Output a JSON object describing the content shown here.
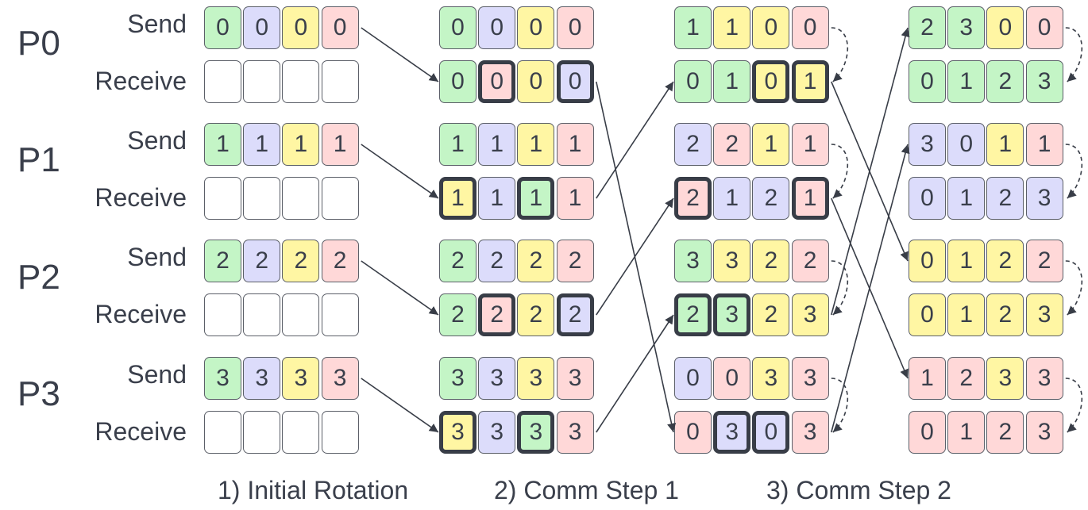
{
  "colors": {
    "green": "#c4f5c6",
    "blue": "#dcdcfb",
    "yellow": "#fff6a3",
    "pink": "#ffd8d8",
    "empty": "#ffffff",
    "ink": "#3a3f4b"
  },
  "processes": [
    "P0",
    "P1",
    "P2",
    "P3"
  ],
  "row_labels": {
    "send": "Send",
    "receive": "Receive"
  },
  "step_labels": [
    "1) Initial Rotation",
    "2) Comm Step 1",
    "3) Comm Step 2"
  ],
  "stages": [
    {
      "name": "initial",
      "procs": [
        {
          "send": [
            [
              "0",
              "green"
            ],
            [
              "0",
              "blue"
            ],
            [
              "0",
              "yellow"
            ],
            [
              "0",
              "pink"
            ]
          ],
          "recv": [
            [
              "",
              "empty"
            ],
            [
              "",
              "empty"
            ],
            [
              "",
              "empty"
            ],
            [
              "",
              "empty"
            ]
          ],
          "send_hl": [],
          "recv_hl": []
        },
        {
          "send": [
            [
              "1",
              "green"
            ],
            [
              "1",
              "blue"
            ],
            [
              "1",
              "yellow"
            ],
            [
              "1",
              "pink"
            ]
          ],
          "recv": [
            [
              "",
              "empty"
            ],
            [
              "",
              "empty"
            ],
            [
              "",
              "empty"
            ],
            [
              "",
              "empty"
            ]
          ],
          "send_hl": [],
          "recv_hl": []
        },
        {
          "send": [
            [
              "2",
              "green"
            ],
            [
              "2",
              "blue"
            ],
            [
              "2",
              "yellow"
            ],
            [
              "2",
              "pink"
            ]
          ],
          "recv": [
            [
              "",
              "empty"
            ],
            [
              "",
              "empty"
            ],
            [
              "",
              "empty"
            ],
            [
              "",
              "empty"
            ]
          ],
          "send_hl": [],
          "recv_hl": []
        },
        {
          "send": [
            [
              "3",
              "green"
            ],
            [
              "3",
              "blue"
            ],
            [
              "3",
              "yellow"
            ],
            [
              "3",
              "pink"
            ]
          ],
          "recv": [
            [
              "",
              "empty"
            ],
            [
              "",
              "empty"
            ],
            [
              "",
              "empty"
            ],
            [
              "",
              "empty"
            ]
          ],
          "send_hl": [],
          "recv_hl": []
        }
      ]
    },
    {
      "name": "after-initial-rotation",
      "procs": [
        {
          "send": [
            [
              "0",
              "green"
            ],
            [
              "0",
              "blue"
            ],
            [
              "0",
              "yellow"
            ],
            [
              "0",
              "pink"
            ]
          ],
          "recv": [
            [
              "0",
              "green"
            ],
            [
              "0",
              "pink"
            ],
            [
              "0",
              "yellow"
            ],
            [
              "0",
              "blue"
            ]
          ],
          "send_hl": [],
          "recv_hl": [
            1,
            3
          ]
        },
        {
          "send": [
            [
              "1",
              "green"
            ],
            [
              "1",
              "blue"
            ],
            [
              "1",
              "yellow"
            ],
            [
              "1",
              "pink"
            ]
          ],
          "recv": [
            [
              "1",
              "yellow"
            ],
            [
              "1",
              "blue"
            ],
            [
              "1",
              "green"
            ],
            [
              "1",
              "pink"
            ]
          ],
          "send_hl": [],
          "recv_hl": [
            0,
            2
          ]
        },
        {
          "send": [
            [
              "2",
              "green"
            ],
            [
              "2",
              "blue"
            ],
            [
              "2",
              "yellow"
            ],
            [
              "2",
              "pink"
            ]
          ],
          "recv": [
            [
              "2",
              "green"
            ],
            [
              "2",
              "pink"
            ],
            [
              "2",
              "yellow"
            ],
            [
              "2",
              "blue"
            ]
          ],
          "send_hl": [],
          "recv_hl": [
            1,
            3
          ]
        },
        {
          "send": [
            [
              "3",
              "green"
            ],
            [
              "3",
              "blue"
            ],
            [
              "3",
              "yellow"
            ],
            [
              "3",
              "pink"
            ]
          ],
          "recv": [
            [
              "3",
              "yellow"
            ],
            [
              "3",
              "blue"
            ],
            [
              "3",
              "green"
            ],
            [
              "3",
              "pink"
            ]
          ],
          "send_hl": [],
          "recv_hl": [
            0,
            2
          ]
        }
      ]
    },
    {
      "name": "after-comm-step-1",
      "procs": [
        {
          "send": [
            [
              "1",
              "green"
            ],
            [
              "1",
              "yellow"
            ],
            [
              "0",
              "yellow"
            ],
            [
              "0",
              "pink"
            ]
          ],
          "recv": [
            [
              "0",
              "green"
            ],
            [
              "1",
              "green"
            ],
            [
              "0",
              "yellow"
            ],
            [
              "1",
              "yellow"
            ]
          ],
          "send_hl": [],
          "recv_hl": [
            2,
            3
          ]
        },
        {
          "send": [
            [
              "2",
              "blue"
            ],
            [
              "2",
              "pink"
            ],
            [
              "1",
              "yellow"
            ],
            [
              "1",
              "pink"
            ]
          ],
          "recv": [
            [
              "2",
              "pink"
            ],
            [
              "1",
              "blue"
            ],
            [
              "2",
              "blue"
            ],
            [
              "1",
              "pink"
            ]
          ],
          "send_hl": [],
          "recv_hl": [
            0,
            3
          ]
        },
        {
          "send": [
            [
              "3",
              "green"
            ],
            [
              "3",
              "yellow"
            ],
            [
              "2",
              "yellow"
            ],
            [
              "2",
              "pink"
            ]
          ],
          "recv": [
            [
              "2",
              "green"
            ],
            [
              "3",
              "green"
            ],
            [
              "2",
              "yellow"
            ],
            [
              "3",
              "yellow"
            ]
          ],
          "send_hl": [],
          "recv_hl": [
            0,
            1
          ]
        },
        {
          "send": [
            [
              "0",
              "blue"
            ],
            [
              "0",
              "pink"
            ],
            [
              "3",
              "yellow"
            ],
            [
              "3",
              "pink"
            ]
          ],
          "recv": [
            [
              "0",
              "pink"
            ],
            [
              "3",
              "blue"
            ],
            [
              "0",
              "blue"
            ],
            [
              "3",
              "pink"
            ]
          ],
          "send_hl": [],
          "recv_hl": [
            1,
            2
          ]
        }
      ]
    },
    {
      "name": "after-comm-step-2",
      "procs": [
        {
          "send": [
            [
              "2",
              "green"
            ],
            [
              "3",
              "green"
            ],
            [
              "0",
              "yellow"
            ],
            [
              "0",
              "pink"
            ]
          ],
          "recv": [
            [
              "0",
              "green"
            ],
            [
              "1",
              "green"
            ],
            [
              "2",
              "green"
            ],
            [
              "3",
              "green"
            ]
          ],
          "send_hl": [],
          "recv_hl": []
        },
        {
          "send": [
            [
              "3",
              "blue"
            ],
            [
              "0",
              "blue"
            ],
            [
              "1",
              "yellow"
            ],
            [
              "1",
              "pink"
            ]
          ],
          "recv": [
            [
              "0",
              "blue"
            ],
            [
              "1",
              "blue"
            ],
            [
              "2",
              "blue"
            ],
            [
              "3",
              "blue"
            ]
          ],
          "send_hl": [],
          "recv_hl": []
        },
        {
          "send": [
            [
              "0",
              "yellow"
            ],
            [
              "1",
              "yellow"
            ],
            [
              "2",
              "yellow"
            ],
            [
              "2",
              "pink"
            ]
          ],
          "recv": [
            [
              "0",
              "yellow"
            ],
            [
              "1",
              "yellow"
            ],
            [
              "2",
              "yellow"
            ],
            [
              "3",
              "yellow"
            ]
          ],
          "send_hl": [],
          "recv_hl": []
        },
        {
          "send": [
            [
              "1",
              "pink"
            ],
            [
              "2",
              "pink"
            ],
            [
              "3",
              "yellow"
            ],
            [
              "3",
              "pink"
            ]
          ],
          "recv": [
            [
              "0",
              "pink"
            ],
            [
              "1",
              "pink"
            ],
            [
              "2",
              "pink"
            ],
            [
              "3",
              "pink"
            ]
          ],
          "send_hl": [],
          "recv_hl": []
        }
      ]
    }
  ],
  "arrows": [
    {
      "from": [
        0,
        0,
        "send"
      ],
      "to": [
        1,
        0,
        "recv"
      ],
      "style": "solid"
    },
    {
      "from": [
        0,
        1,
        "send"
      ],
      "to": [
        1,
        1,
        "recv"
      ],
      "style": "solid"
    },
    {
      "from": [
        0,
        2,
        "send"
      ],
      "to": [
        1,
        2,
        "recv"
      ],
      "style": "solid"
    },
    {
      "from": [
        0,
        3,
        "send"
      ],
      "to": [
        1,
        3,
        "recv"
      ],
      "style": "solid"
    },
    {
      "from": [
        1,
        0,
        "recv"
      ],
      "to": [
        2,
        3,
        "recv"
      ],
      "style": "solid"
    },
    {
      "from": [
        1,
        1,
        "recv"
      ],
      "to": [
        2,
        0,
        "recv"
      ],
      "style": "solid"
    },
    {
      "from": [
        1,
        2,
        "recv"
      ],
      "to": [
        2,
        1,
        "recv"
      ],
      "style": "solid"
    },
    {
      "from": [
        1,
        3,
        "recv"
      ],
      "to": [
        2,
        2,
        "recv"
      ],
      "style": "solid"
    },
    {
      "from": [
        2,
        0,
        "recv"
      ],
      "to": [
        3,
        2,
        "send"
      ],
      "style": "solid"
    },
    {
      "from": [
        2,
        1,
        "recv"
      ],
      "to": [
        3,
        3,
        "send"
      ],
      "style": "solid"
    },
    {
      "from": [
        2,
        2,
        "recv"
      ],
      "to": [
        3,
        0,
        "send"
      ],
      "style": "solid"
    },
    {
      "from": [
        2,
        3,
        "recv"
      ],
      "to": [
        3,
        1,
        "send"
      ],
      "style": "solid"
    },
    {
      "from": [
        2,
        0,
        "send"
      ],
      "to": [
        2,
        0,
        "recv"
      ],
      "style": "dashed"
    },
    {
      "from": [
        2,
        1,
        "send"
      ],
      "to": [
        2,
        1,
        "recv"
      ],
      "style": "dashed"
    },
    {
      "from": [
        2,
        2,
        "send"
      ],
      "to": [
        2,
        2,
        "recv"
      ],
      "style": "dashed"
    },
    {
      "from": [
        2,
        3,
        "send"
      ],
      "to": [
        2,
        3,
        "recv"
      ],
      "style": "dashed"
    },
    {
      "from": [
        3,
        0,
        "send"
      ],
      "to": [
        3,
        0,
        "recv"
      ],
      "style": "dashed"
    },
    {
      "from": [
        3,
        1,
        "send"
      ],
      "to": [
        3,
        1,
        "recv"
      ],
      "style": "dashed"
    },
    {
      "from": [
        3,
        2,
        "send"
      ],
      "to": [
        3,
        2,
        "recv"
      ],
      "style": "dashed"
    },
    {
      "from": [
        3,
        3,
        "send"
      ],
      "to": [
        3,
        3,
        "recv"
      ],
      "style": "dashed"
    }
  ]
}
